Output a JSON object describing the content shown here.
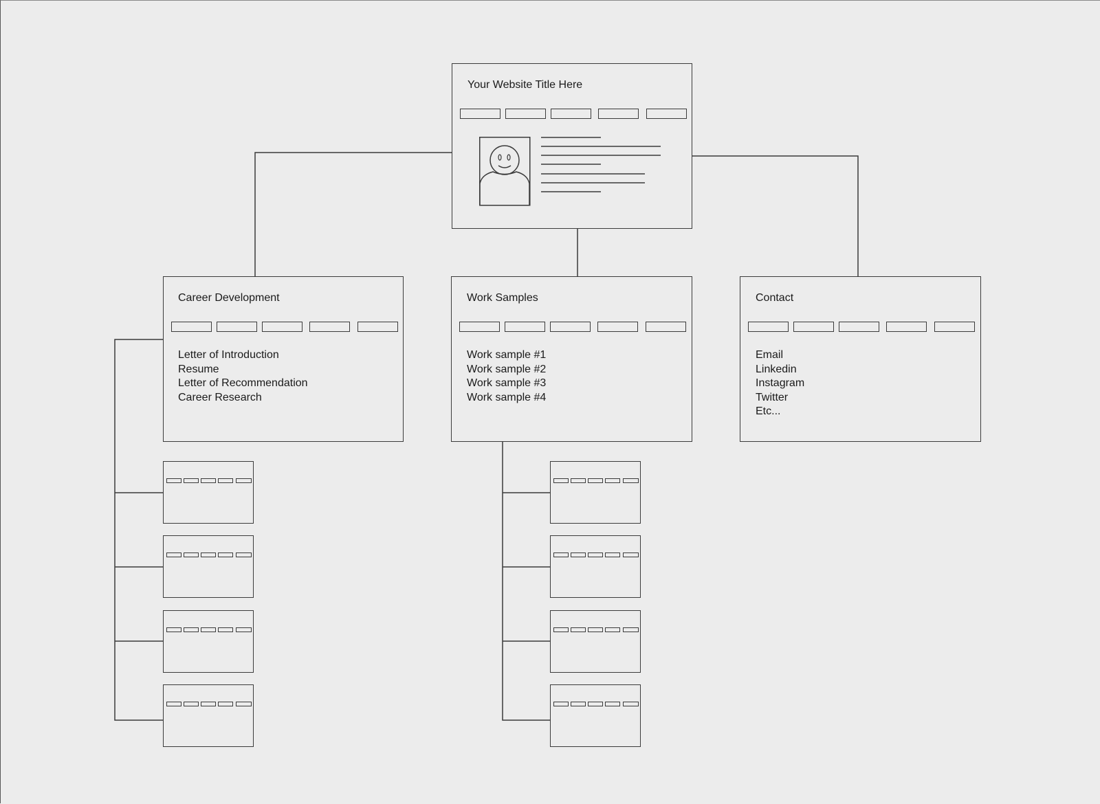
{
  "home": {
    "title": "Your Website Title Here",
    "nav_buttons": 5,
    "avatar_icon": "person-smiley-icon",
    "text_lines": 7
  },
  "pages": [
    {
      "title": "Career Development",
      "items": [
        "Letter of Introduction",
        "Resume",
        "Letter of Recommendation",
        "Career Research"
      ]
    },
    {
      "title": "Work Samples",
      "items": [
        "Work sample #1",
        "Work sample #2",
        "Work sample #3",
        "Work sample #4"
      ]
    },
    {
      "title": "Contact",
      "items": [
        "Email",
        "Linkedin",
        "Instagram",
        "Twitter",
        "Etc..."
      ]
    }
  ],
  "subpage_groups": [
    {
      "parent": "Career Development",
      "count": 4,
      "nav_buttons": 5
    },
    {
      "parent": "Work Samples",
      "count": 4,
      "nav_buttons": 5
    }
  ],
  "colors": {
    "background": "#ececec",
    "stroke": "#3a3a3a"
  }
}
